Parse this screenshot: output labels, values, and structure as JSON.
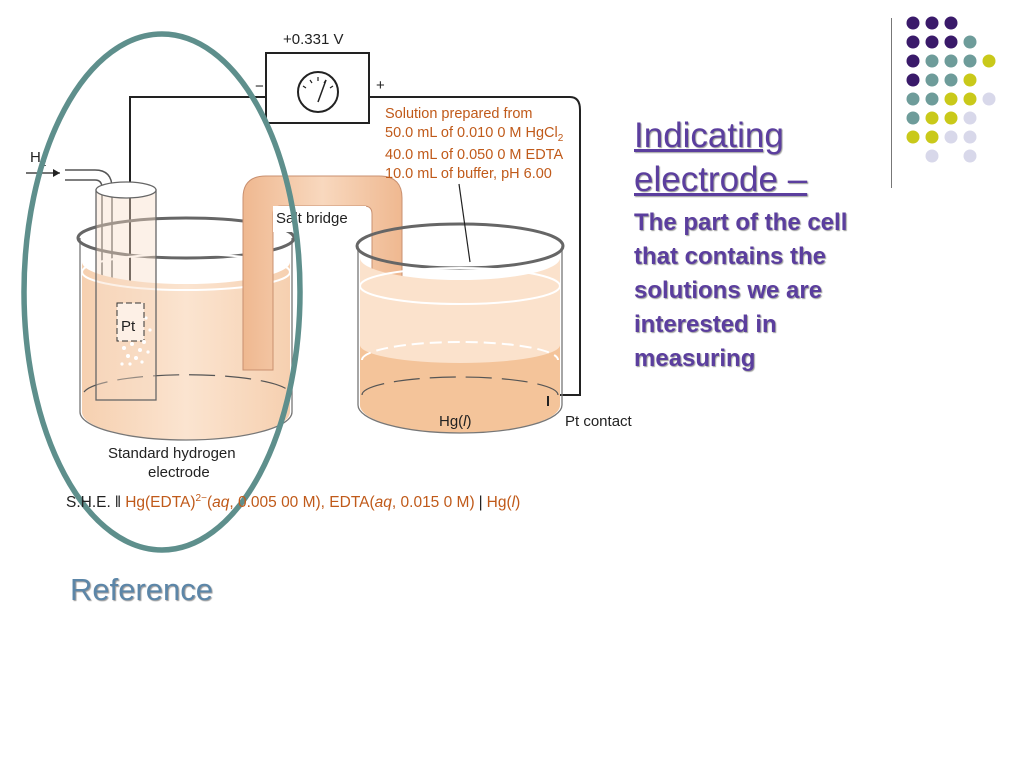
{
  "diagram": {
    "voltage": "+0.331 V",
    "minus_sign": "−",
    "plus_sign": "+",
    "h2_label": "H",
    "h2_subscript": "2",
    "pt_label": "Pt",
    "salt_bridge": "Salt bridge",
    "solution_lines": [
      "Solution prepared from",
      "50.0 mL of 0.010 0 M HgCl",
      "40.0 mL of 0.050 0 M EDTA",
      "10.0 mL of buffer, pH 6.00"
    ],
    "hgcl2_subscript": "2",
    "hg_label_prefix": "Hg(",
    "hg_label_italic": "l",
    "hg_label_suffix": ")",
    "pt_contact": "Pt contact",
    "she_line1": "Standard hydrogen",
    "she_line2": "electrode"
  },
  "cell_notation": {
    "she": "S.H.E.",
    "double_bar": "‖",
    "complex": "Hg(EDTA)",
    "complex_charge": "2−",
    "complex_open": "(",
    "aq1": "aq",
    "complex_conc": ", 0.005 00 M), EDTA(",
    "aq2": "aq",
    "edta_conc": ", 0.015 0 M)",
    "single_bar": "|",
    "hg_prefix": "Hg(",
    "hg_italic": "l",
    "hg_suffix": ")"
  },
  "slide": {
    "title": "Indicating electrode –",
    "subtitle": "The part of the cell that contains the solutions we are interested in measuring",
    "reference_label": "Reference"
  },
  "colors": {
    "accent_purple": "#5b3e9e",
    "accent_blue": "#5c86a8",
    "ellipse_teal": "#5e8f8c",
    "solution_orange": "#c05a1a",
    "dot_dark_purple": "#3a1a6a",
    "dot_teal": "#6e9c9a",
    "dot_yellow": "#c9c91a",
    "dot_lavender": "#d8d8ea"
  },
  "decor_dots": [
    [
      "purple",
      "purple",
      "purple",
      "none"
    ],
    [
      "purple",
      "purple",
      "purple",
      "teal"
    ],
    [
      "purple",
      "teal",
      "teal",
      "teal",
      "yellow"
    ],
    [
      "purple",
      "teal",
      "teal",
      "yellow"
    ],
    [
      "teal",
      "teal",
      "yellow",
      "yellow",
      "lavender"
    ],
    [
      "teal",
      "yellow",
      "yellow",
      "lavender"
    ],
    [
      "yellow",
      "yellow",
      "lavender",
      "lavender"
    ],
    [
      "none",
      "lavender",
      "none",
      "lavender"
    ]
  ]
}
